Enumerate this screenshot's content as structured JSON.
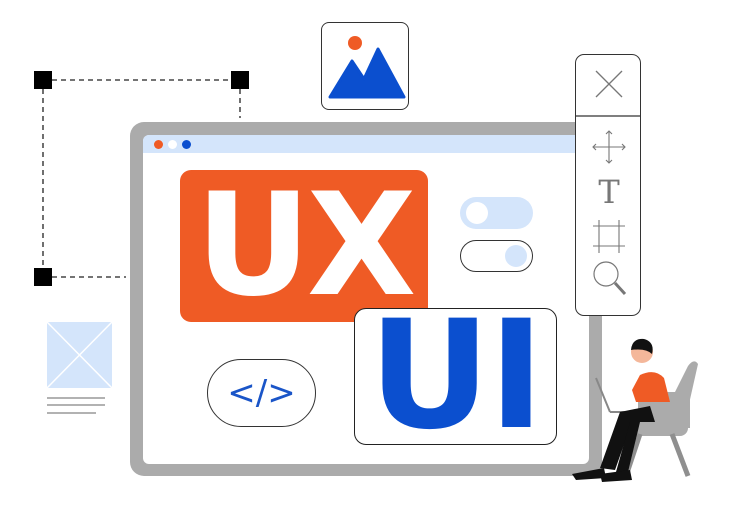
{
  "colors": {
    "orange": "#ef5b25",
    "blue": "#0b4fcf",
    "light_blue": "#d4e5fb",
    "gray": "#ababab"
  },
  "window": {
    "dots": [
      "orange",
      "white",
      "blue"
    ]
  },
  "ux_label": "UX",
  "ui_label": "UI",
  "code_label": "</>",
  "toggles": [
    {
      "state": "off"
    },
    {
      "state": "on"
    }
  ],
  "toolbar": {
    "icons": [
      "close-icon",
      "move-icon",
      "text-icon",
      "crop-icon",
      "search-icon"
    ],
    "text_glyph": "T"
  },
  "image_card": {
    "icon": "image-icon"
  }
}
